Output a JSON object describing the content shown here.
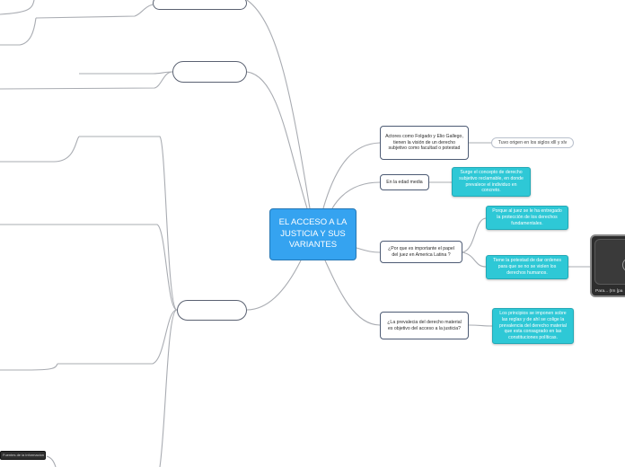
{
  "central": {
    "label": "EL ACCESO A LA JUSTICIA Y SUS VARIANTES"
  },
  "right_topics": [
    {
      "label": "Actores como Folgado y Elio Gallego, tienen la visión de un derecho subjetivo como facultad o potestad"
    },
    {
      "label": "En la edad media"
    },
    {
      "label": "¿Por que es importante el papel del juez en America Latina ?"
    },
    {
      "label": "¿La prevalecia del derecho material es objetivo del acceso a la justicia?"
    }
  ],
  "sub_topics": [
    {
      "label": "Tuvo origen en los siglos xlll y xlv"
    },
    {
      "label": "Surge el concepto de derecho subjetivo reclamable, en donde prevalece el individuo en concreto."
    },
    {
      "label": "Porque al juez se le ha entregado la protección de los derechos fundamentales."
    },
    {
      "label": "Tiene la potestad de dar ordenes para que se no se violen los derechos humanos."
    },
    {
      "label": "Los principios se imponen sobre las reglas y de ahí se colige la prevalencia del derecho material que esta consagrado en las constituciones políticas."
    }
  ],
  "image_caption": "Para... (Im [pa",
  "left_tag": "Fuentes de la informacion",
  "colors": {
    "central": "#35a3f0",
    "teal": "#2ec8d6",
    "outline": "#4d5b74",
    "connector": "#a9acb2"
  }
}
